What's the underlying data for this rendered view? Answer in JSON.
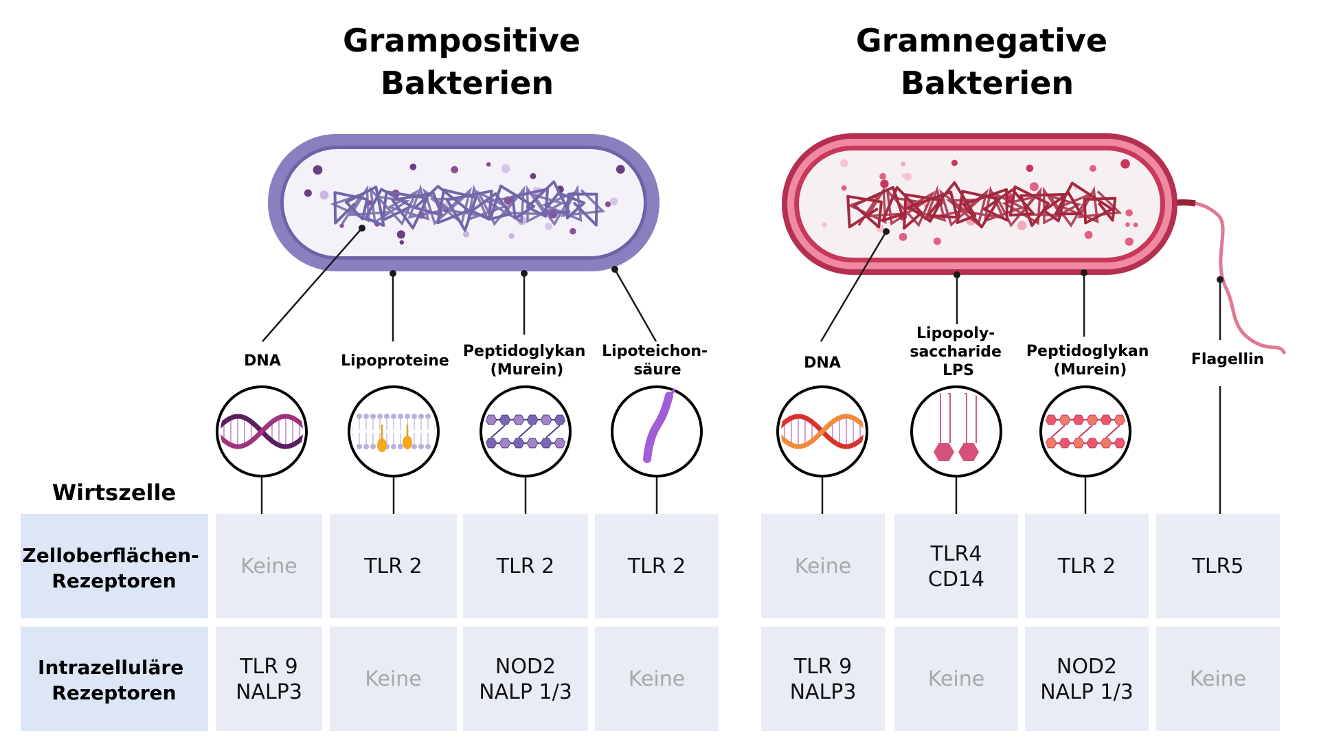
{
  "colors": {
    "gram_positive": "#8b7fc0",
    "gram_positive_dna": "#7265a8",
    "gram_negative": "#c7385a",
    "gram_negative_dna": "#a3293f",
    "cell_fill": "#e9ecf4",
    "row_label_fill": "#dce6f5",
    "none_text": "#a8a8a8"
  },
  "positive": {
    "title": [
      "Grampositive",
      "Bakterien"
    ],
    "components": [
      {
        "label": [
          "DNA"
        ],
        "icon": "dna-helix-icon",
        "surface": [
          "Keine"
        ],
        "intra": [
          "TLR 9",
          "NALP3"
        ]
      },
      {
        "label": [
          "Lipoproteine"
        ],
        "icon": "lipoprotein-membrane-icon",
        "surface": [
          "TLR 2"
        ],
        "intra": [
          "Keine"
        ]
      },
      {
        "label": [
          "Peptidoglykan",
          "(Murein)"
        ],
        "icon": "peptidoglycan-icon",
        "surface": [
          "TLR 2"
        ],
        "intra": [
          "NOD2",
          "NALP 1/3"
        ]
      },
      {
        "label": [
          "Lipoteichon-",
          "säure"
        ],
        "icon": "lipoteichoic-acid-icon",
        "surface": [
          "TLR 2"
        ],
        "intra": [
          "Keine"
        ]
      }
    ]
  },
  "negative": {
    "title": [
      "Gramnegative",
      "Bakterien"
    ],
    "components": [
      {
        "label": [
          "DNA"
        ],
        "icon": "dna-helix-icon",
        "surface": [
          "Keine"
        ],
        "intra": [
          "TLR 9",
          "NALP3"
        ]
      },
      {
        "label": [
          "Lipopoly-",
          "saccharide",
          "LPS"
        ],
        "icon": "lps-icon",
        "surface": [
          "TLR4",
          "CD14"
        ],
        "intra": [
          "Keine"
        ]
      },
      {
        "label": [
          "Peptidoglykan",
          "(Murein)"
        ],
        "icon": "peptidoglycan-icon",
        "surface": [
          "TLR 2"
        ],
        "intra": [
          "NOD2",
          "NALP 1/3"
        ]
      },
      {
        "label": [
          "Flagellin"
        ],
        "icon": "flagellin-icon",
        "surface": [
          "TLR5"
        ],
        "intra": [
          "Keine"
        ]
      }
    ]
  },
  "host": {
    "title": "Wirtszelle",
    "rows": [
      [
        "Zelloberflächen-",
        "Rezeptoren"
      ],
      [
        "Intrazelluläre",
        "Rezeptoren"
      ]
    ],
    "none_value": "Keine"
  }
}
